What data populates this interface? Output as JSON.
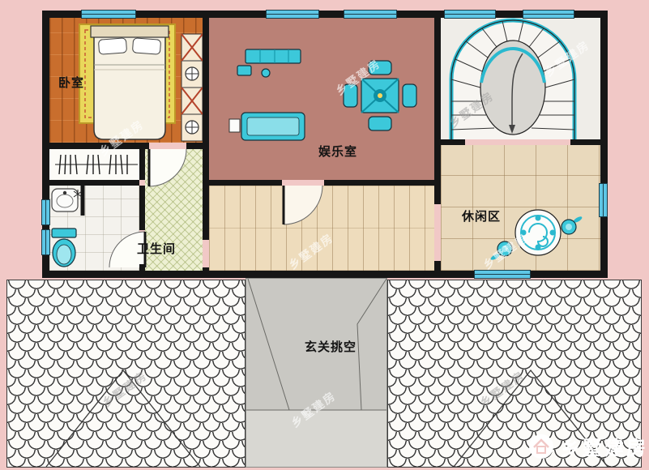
{
  "plan": {
    "rooms": [
      {
        "id": "bedroom",
        "label": "卧室"
      },
      {
        "id": "entertainment",
        "label": "娱乐室"
      },
      {
        "id": "leisure",
        "label": "休闲区"
      },
      {
        "id": "bathroom",
        "label": "卫生间"
      },
      {
        "id": "entry_void",
        "label": "玄关挑空"
      }
    ]
  },
  "watermark": {
    "text": "乡墅建房"
  },
  "logo": {
    "text": "乡墅建房"
  },
  "colors": {
    "background_pink": "#f1c8c6",
    "wall_black": "#161616",
    "window_cyan": "#5ec7e6",
    "furniture_cyan": "#3cc8da",
    "bedroom_wood_orange": "#c96e2d",
    "rug_yellow": "#e9d75b",
    "entertainment_floor_rose": "#ba8176",
    "hall_tile_beige": "#eedcbc",
    "leisure_tile_beige": "#e9d9bc",
    "green_zone": "#edf0d2",
    "roof_tile_white": "#fcfbf8",
    "entry_gray": "#c9c8c3"
  }
}
